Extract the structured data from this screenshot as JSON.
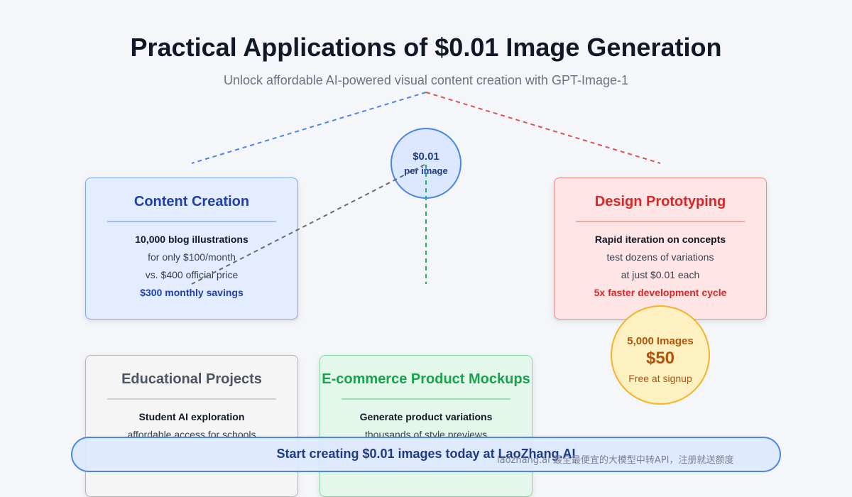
{
  "header": {
    "title": "Practical Applications of $0.01 Image Generation",
    "subtitle": "Unlock affordable AI-powered visual content creation with GPT-Image-1"
  },
  "price_badge": {
    "line1": "$0.01",
    "line2": "per image"
  },
  "cards": {
    "content": {
      "title": "Content Creation",
      "line1": "10,000 blog illustrations",
      "line2": "for only $100/month",
      "line3": "vs. $400 official price",
      "highlight": "$300 monthly savings"
    },
    "design": {
      "title": "Design Prototyping",
      "line1": "Rapid iteration on concepts",
      "line2": "test dozens of variations",
      "line3": "at just $0.01 each",
      "highlight": "5x faster development cycle"
    },
    "education": {
      "title": "Educational Projects",
      "line1": "Student AI exploration",
      "line2": "affordable access for schools"
    },
    "ecommerce": {
      "title": "E-commerce Product Mockups",
      "line1": "Generate product variations",
      "line2": "thousands of style previews"
    }
  },
  "promo": {
    "line1": "5,000 Images",
    "line2": "$50",
    "line3": "Free at signup"
  },
  "banner": {
    "text": "Start creating $0.01 images today at LaoZhang.AI"
  },
  "watermark": {
    "text": "laozhang.ai 最全最便宜的大模型中转API，注册就送额度"
  },
  "colors": {
    "blue": "#4a86e8",
    "red": "#e05252",
    "green": "#22b35c",
    "gray": "#6b6b6b",
    "amber": "#f5b325"
  }
}
